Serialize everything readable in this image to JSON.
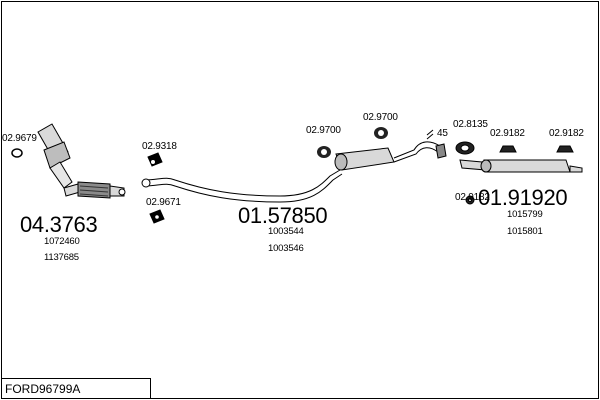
{
  "footer": {
    "model_code": "FORD96799A"
  },
  "groups": [
    {
      "main_part": "04.3763",
      "ref_1": "1072460",
      "ref_2": "1137685"
    },
    {
      "main_part": "01.57850",
      "ref_1": "1003544",
      "ref_2": "1003546"
    },
    {
      "main_part": "01.91920",
      "ref_1": "1015799",
      "ref_2": "1015801"
    }
  ],
  "accessories": {
    "clamp_left": "02.9679",
    "gasket_front": "02.9318",
    "gasket_lower": "02.9671",
    "mount_mid_1": "02.9700",
    "mount_mid_2": "02.9700",
    "bracket_rear": "02.8135",
    "mount_rear_1": "02.9182",
    "mount_rear_2": "02.9182",
    "rear_small": "02.9182",
    "angle_label": "45"
  },
  "colors": {
    "line": "#000000",
    "fill": "#d9d9d9",
    "dark_fill": "#7a7a7a"
  }
}
